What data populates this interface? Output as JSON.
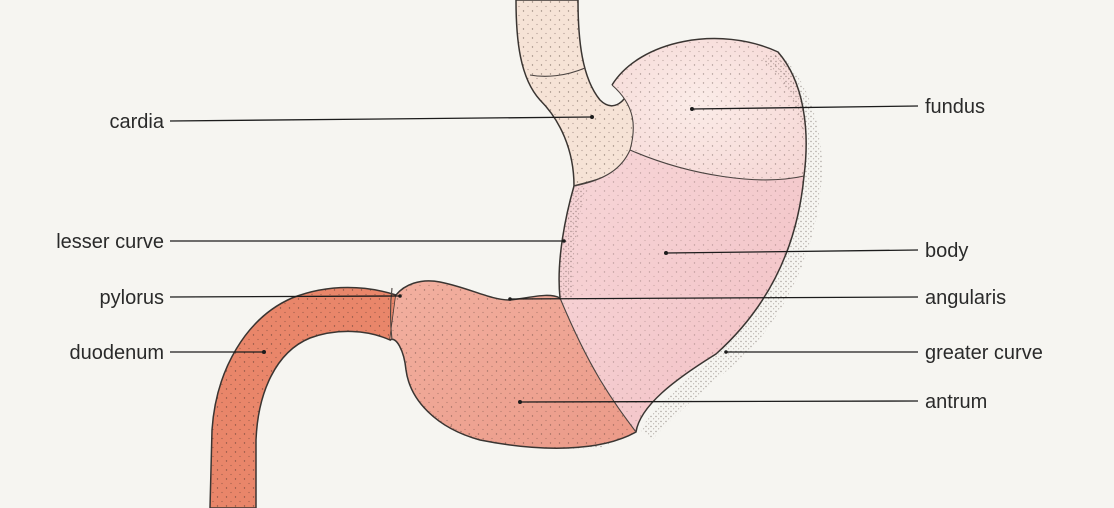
{
  "labels": {
    "cardia": "cardia",
    "lesser_curve": "lesser curve",
    "pylorus": "pylorus",
    "duodenum": "duodenum",
    "fundus": "fundus",
    "body": "body",
    "angularis": "angularis",
    "greater_curve": "greater curve",
    "antrum": "antrum"
  },
  "colors": {
    "background": "#f6f5f1",
    "esophagus": "#f6e3d6",
    "fundus": "#f8e4e0",
    "body": "#f5ccd0",
    "antrum": "#eea190",
    "duodenum": "#e9866a",
    "stipple": "#3b2a25"
  }
}
